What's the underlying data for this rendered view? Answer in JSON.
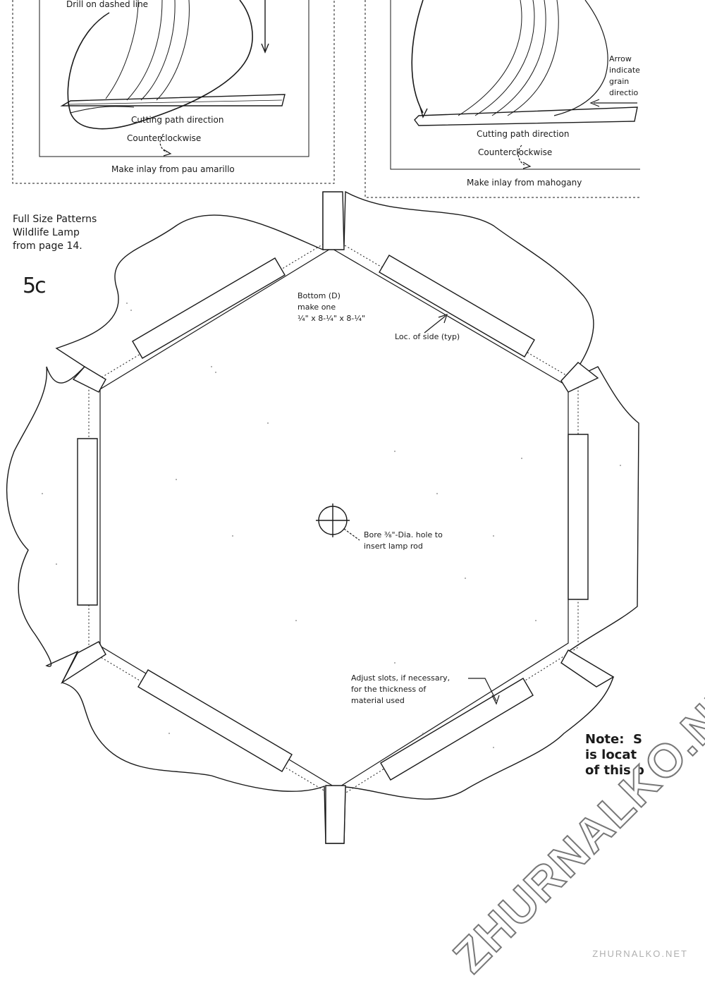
{
  "top_left_panel": {
    "drill_label": "Drill on dashed line",
    "cutting_label": "Cutting path direction",
    "direction_label": "Counterclockwise",
    "inlay_label": "Make inlay from pau amarillo"
  },
  "top_right_panel": {
    "arrow_note_lines": [
      "Arrow",
      "indicate",
      "grain",
      "directio"
    ],
    "cutting_label": "Cutting path direction",
    "direction_label": "Counterclockwise",
    "inlay_label": "Make inlay from mahogany"
  },
  "heading": {
    "lines": [
      "Full Size Patterns",
      "Wildlife Lamp",
      "from page 14."
    ]
  },
  "figure_number": "5c",
  "pattern_labels": {
    "bottom_title": "Bottom (D)",
    "bottom_make": "make one",
    "bottom_dims": "¼\" x 8-¼\" x 8-¼\"",
    "side_loc": "Loc. of side (typ)",
    "bore_line1": "Bore ⅜\"-Dia. hole to",
    "bore_line2": "insert lamp rod",
    "adjust_line1": "Adjust slots, if necessary,",
    "adjust_line2": "for the thickness of",
    "adjust_line3": "material used"
  },
  "note": {
    "lines": [
      "Note:  S",
      "is locat",
      "of this p"
    ]
  },
  "watermark": "ZHURNALKO.NET",
  "footer_url": "ZHURNALKO.NET",
  "colors": {
    "line": "#1a1a1a",
    "dotted": "#9a9a9a",
    "watermark_outline": "#777777"
  }
}
